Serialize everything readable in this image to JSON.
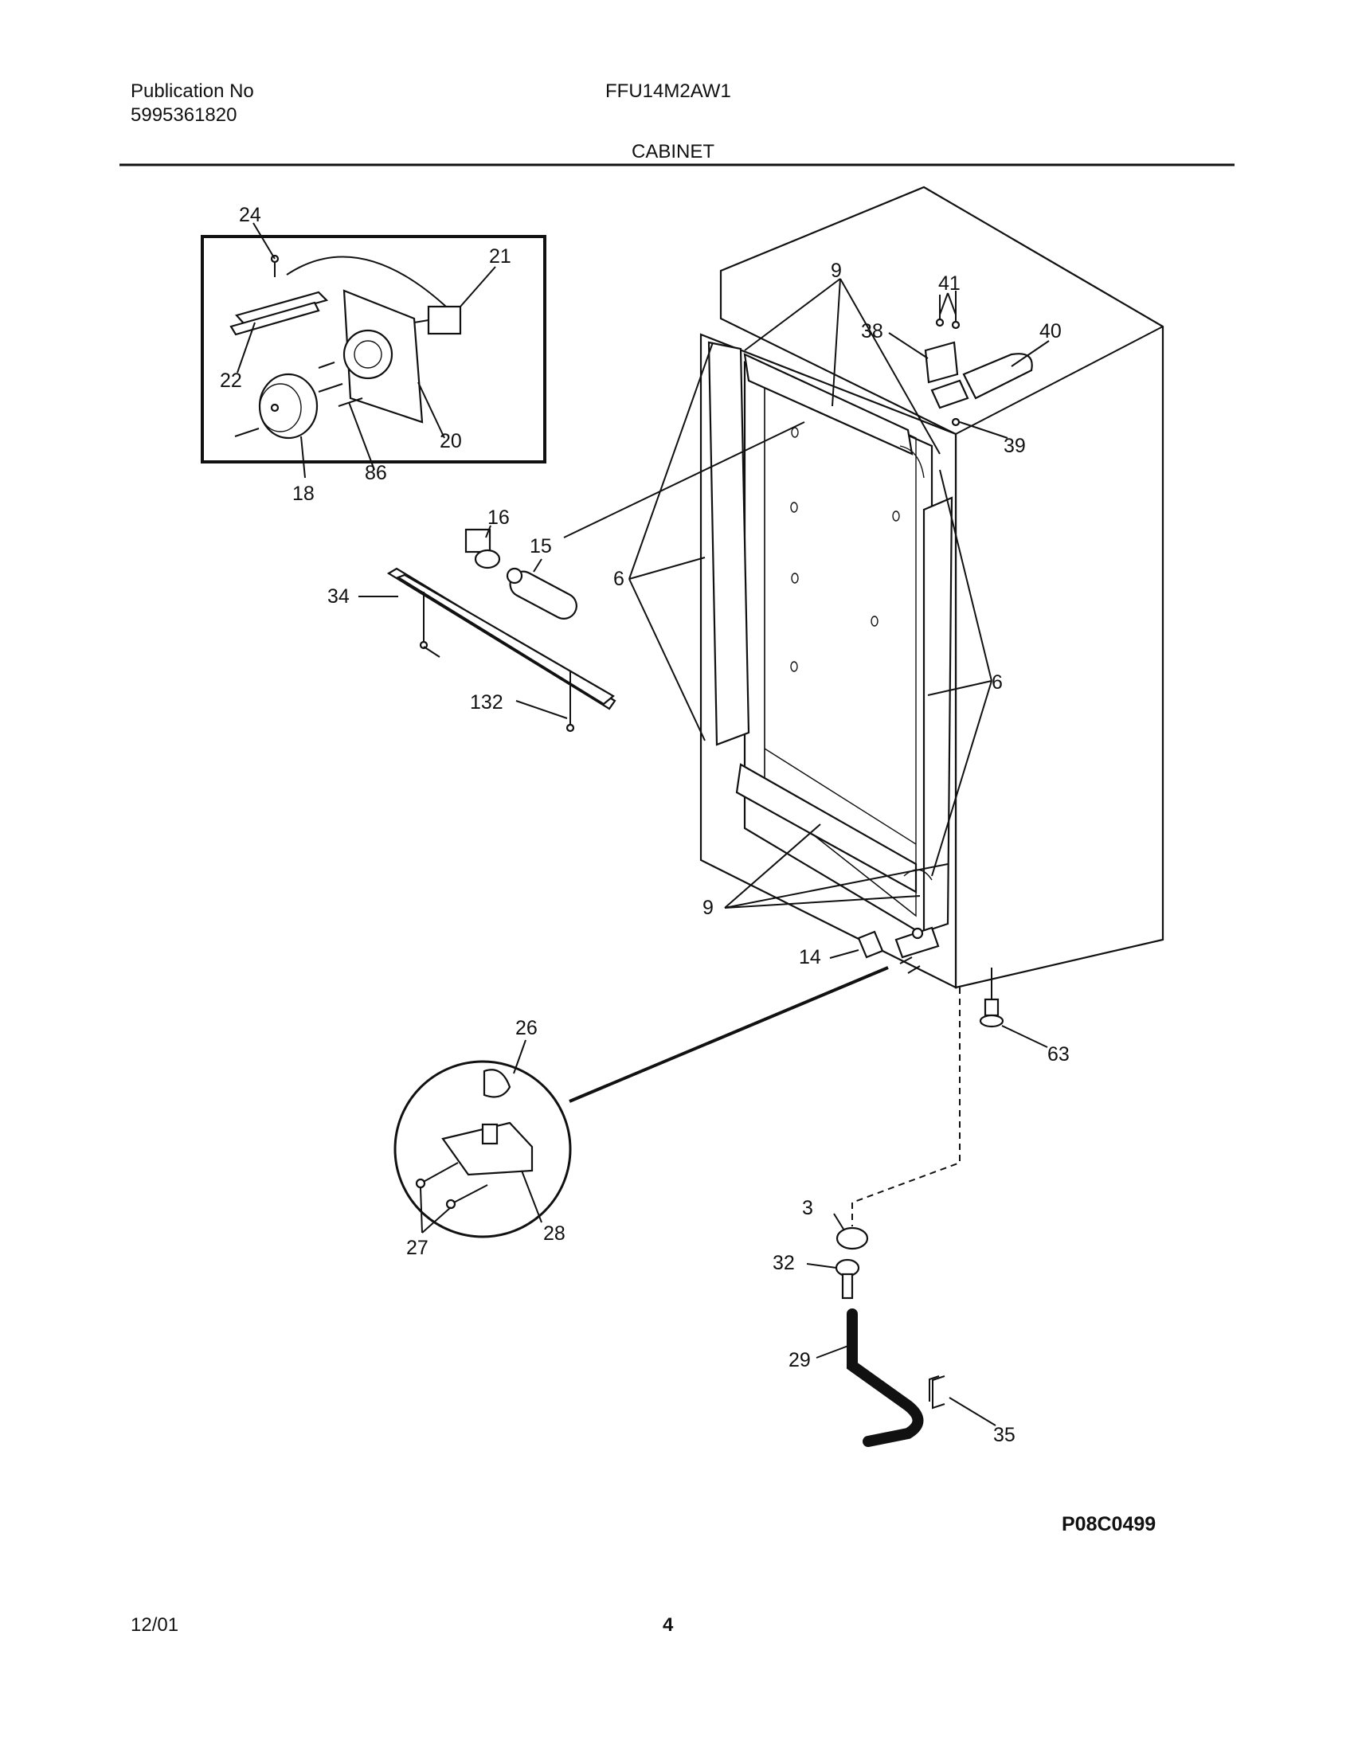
{
  "header": {
    "publication_label": "Publication No",
    "publication_number": "5995361820",
    "model": "FFU14M2AW1",
    "section_title": "CABINET"
  },
  "diagram": {
    "callouts": {
      "c24": "24",
      "c21": "21",
      "c22": "22",
      "c20": "20",
      "c18": "18",
      "c86": "86",
      "c9a": "9",
      "c41": "41",
      "c38": "38",
      "c40": "40",
      "c39": "39",
      "c16": "16",
      "c15": "15",
      "c6a": "6",
      "c34": "34",
      "c132": "132",
      "c6b": "6",
      "c9b": "9",
      "c14": "14",
      "c26": "26",
      "c63": "63",
      "c3": "3",
      "c27": "27",
      "c28": "28",
      "c32": "32",
      "c29": "29",
      "c35": "35"
    },
    "drawing_code": "P08C0499"
  },
  "footer": {
    "date": "12/01",
    "page_number": "4"
  }
}
